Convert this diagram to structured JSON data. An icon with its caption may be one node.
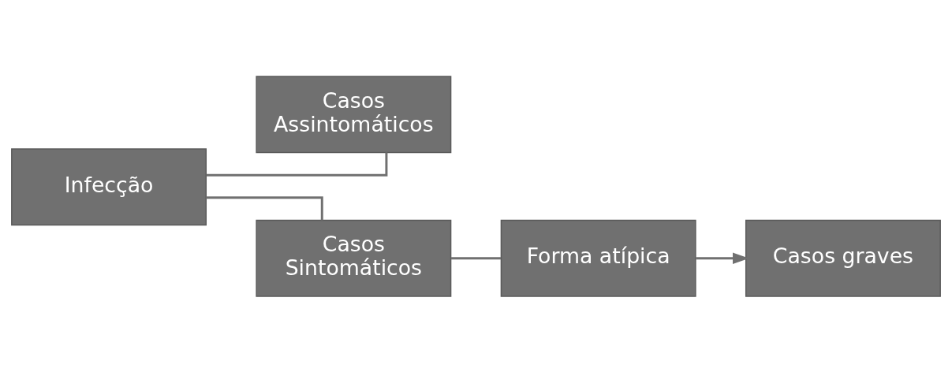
{
  "diagram": {
    "nodes": [
      {
        "text": [
          "Infecção"
        ]
      },
      {
        "text": [
          "Casos Assintomáticos"
        ]
      },
      {
        "text": [
          "Casos Sintomáticos"
        ]
      },
      {
        "text": [
          "Forma atípica"
        ]
      },
      {
        "text": [
          "Casos graves"
        ]
      }
    ],
    "edges": [
      {
        "from": 0,
        "to": 1,
        "arrow": "none"
      },
      {
        "from": 0,
        "to": 2,
        "arrow": "none"
      },
      {
        "from": 2,
        "to": 3,
        "arrow": "none"
      },
      {
        "from": 3,
        "to": 4,
        "arrow": "to"
      }
    ]
  }
}
